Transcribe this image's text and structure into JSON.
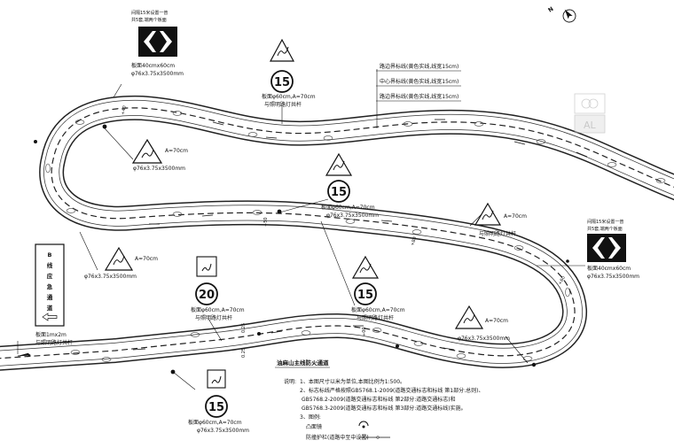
{
  "north_label": "N",
  "title": "油麻山主线防火通道",
  "sign_top_left": {
    "note_line1": "间隔15米设置一普",
    "note_line2": "共5套,端两个板面",
    "board": "板面40cmx60cm",
    "pole": "φ76x3.75x3500mm"
  },
  "sign_right": {
    "note_line1": "间隔15米设置一普",
    "note_line2": "共5套,端两个板面",
    "board": "板面40cmx60cm",
    "pole": "φ76x3.75x3500mm"
  },
  "speed_top": {
    "value": "15",
    "board": "板面φ60cm,A=70cm",
    "mount": "与照明路灯共杆"
  },
  "speed_mid": {
    "value": "15",
    "board": "板面φ60cm,A=70cm",
    "pole": "φ76x3.75x3500mm"
  },
  "speed_right": {
    "value": "15",
    "board": "板面φ60cm,A=70cm",
    "mount": "与照明路灯共杆"
  },
  "speed_left20": {
    "value": "20",
    "board": "板面φ60cm,A=70cm",
    "mount": "与照明路灯共杆"
  },
  "speed_bottom": {
    "value": "15",
    "board": "板面φ60cm,A=70cm",
    "pole": "φ76x3.75x3500mm"
  },
  "tri_upper_left": {
    "a": "A=70cm",
    "pole": "φ76x3.75x3500mm"
  },
  "tri_right": {
    "a": "A=70cm",
    "mount": "与照明路灯共杆"
  },
  "tri_left": {
    "a": "A=70cm",
    "pole": "φ76x3.75x3500mm"
  },
  "tri_bottom_right": {
    "a": "A=70cm",
    "pole": "φ76x3.75x3500mm"
  },
  "line_notes": [
    "路边界标线(黄色实线,线宽15cm)",
    "中心界标线(黄色实线,线宽15cm)",
    "路边界标线(黄色实线,线宽15cm)"
  ],
  "left_sign": {
    "chars": [
      "B",
      "线",
      "应",
      "急",
      "通",
      "道"
    ],
    "board": "板面1mx2m",
    "mount": "与照明路灯共杆"
  },
  "notes": {
    "header": "说明:",
    "line1": "1、本图尺寸以米为单位,本图比例为1:500。",
    "line2": "2、标志标线严格按照GB5768.1-2009(道路交通标志和标线 第1部分:总则)、",
    "line3": "GB5768.2-2009(道路交通标志和标线 第2部分:道路交通标志)和",
    "line4": "GB5768.3-2009(道路交通标志和标线 第3部分:道路交通标线)实施。",
    "line5": "3、图例:",
    "legend1": "凸面镜",
    "legend2": "防撞护栏(道路中至中设置)"
  },
  "stations": [
    "0.25",
    "0.25",
    "+50",
    "+80",
    "+00",
    "+60",
    "+40"
  ],
  "watermark_label": "AL"
}
